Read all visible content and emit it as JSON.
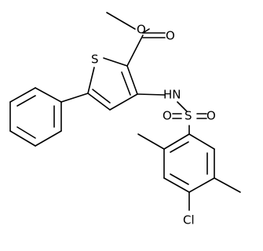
{
  "molecule": {
    "atoms": {
      "ester_oxygen": "O",
      "carbonyl_oxygen": "O",
      "thiophene_sulfur": "S",
      "sulfonamide_nh": "HN",
      "sulfonyl_sulfur": "S",
      "sulfonyl_oxygen_left": "O",
      "sulfonyl_oxygen_right": "O",
      "chlorine": "Cl"
    }
  }
}
